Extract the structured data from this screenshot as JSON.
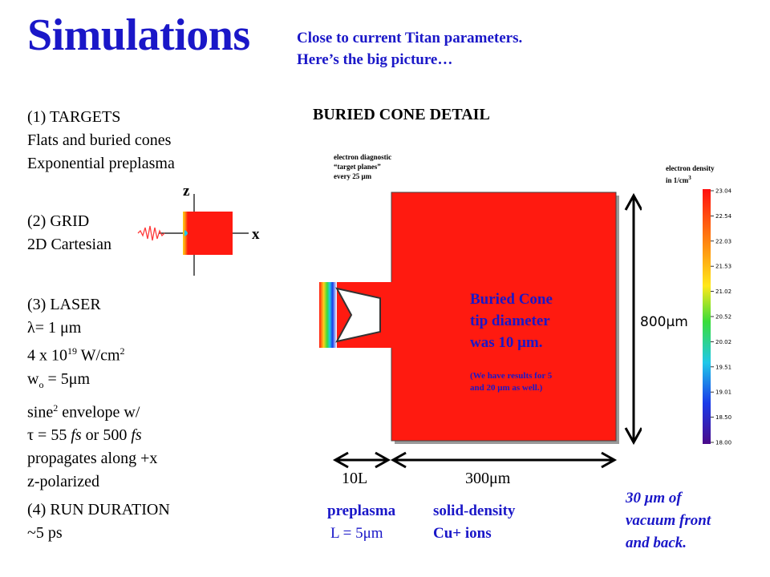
{
  "title": "Simulations",
  "subtitle": {
    "line1": "Close to current Titan parameters.",
    "line2": "Here’s the big picture…"
  },
  "targets": {
    "heading": "(1) TARGETS",
    "line1": "Flats and buried cones",
    "line2": "Exponential preplasma"
  },
  "grid": {
    "heading": "(2) GRID",
    "line1": "2D Cartesian",
    "axis_z": "z",
    "axis_x": "x"
  },
  "laser": {
    "heading": "(3) LASER",
    "lambda": "λ= 1 μm",
    "intensity_base": "4 x 10",
    "intensity_exp": "19",
    "intensity_unit": " W/cm",
    "intensity_unit_exp": "2",
    "waist_w": "w",
    "waist_sub": "o",
    "waist_val": " = 5μm",
    "envelope_a": "sine",
    "envelope_exp": "2",
    "envelope_b": " envelope w/",
    "tau_a": "τ = 55 ",
    "tau_fs1": "fs",
    "tau_b": " or 500 ",
    "tau_fs2": "fs",
    "propagation": "propagates along +x",
    "polarization": "z-polarized"
  },
  "run": {
    "heading": "(4) RUN DURATION",
    "value": "~5 ps"
  },
  "detail": {
    "heading": "BURIED CONE DETAIL",
    "diag_line1": "electron diagnostic",
    "diag_line2": "“target planes”",
    "diag_line3": "every 25 μm",
    "density_line1": "electron density",
    "density_line2": "in 1/cm",
    "density_exp": "3",
    "cone_line1": "Buried Cone",
    "cone_line2": "tip diameter",
    "cone_line3": "was 10 μm.",
    "note_line1": "(We have results for 5",
    "note_line2": "and 20 μm as well.)",
    "height_label": "800μm",
    "label_10L": "10L",
    "label_300": "300μm",
    "preplasma_line1": "preplasma",
    "preplasma_line2": "L = 5μm",
    "solid_line1": "solid-density",
    "solid_line2": "Cu+ ions",
    "vacuum_line1": "30 μm of",
    "vacuum_line2": "vacuum front",
    "vacuum_line3": "and back."
  },
  "colorbar": {
    "ticks": [
      "23.04",
      "22.54",
      "22.03",
      "21.53",
      "21.02",
      "20.52",
      "20.02",
      "19.51",
      "19.01",
      "18.50",
      "18.00"
    ]
  },
  "colors": {
    "title_blue": "#1a17c8",
    "target_red": "#ff1a10"
  }
}
